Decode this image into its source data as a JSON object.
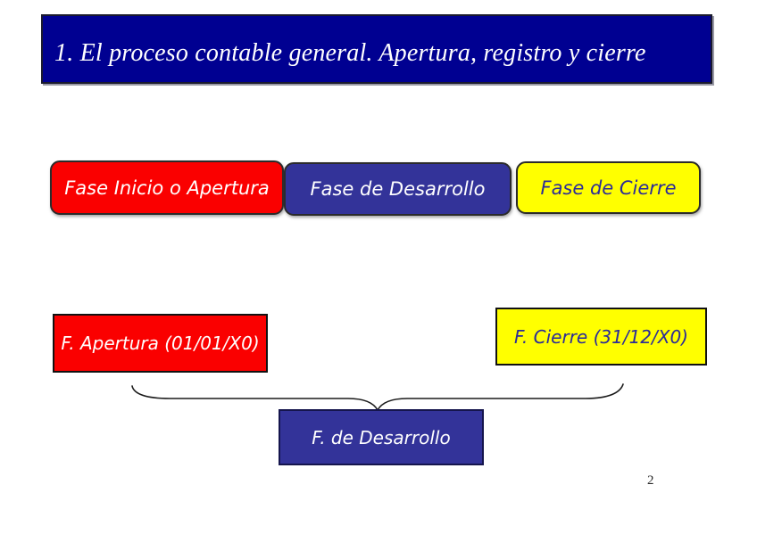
{
  "slide": {
    "title": "1. El proceso contable general. Apertura, registro y cierre",
    "page_number": "2"
  },
  "phases": [
    {
      "id": "apertura",
      "label": "Fase Inicio o Apertura",
      "color": "#fa0000",
      "text_color": "#ffffff"
    },
    {
      "id": "desarrollo",
      "label": "Fase de Desarrollo",
      "color": "#333399",
      "text_color": "#ffffff"
    },
    {
      "id": "cierre",
      "label": "Fase de Cierre",
      "color": "#ffff00",
      "text_color": "#2b2b99"
    }
  ],
  "timeline": {
    "apertura_label": "F. Apertura (01/01/X0)",
    "cierre_label": "F. Cierre (31/12/X0)",
    "desarrollo_label": "F. de Desarrollo"
  },
  "colors": {
    "title_bar_bg": "#000091",
    "title_text": "#ffffff",
    "phase_red": "#fa0000",
    "phase_blue": "#333399",
    "phase_yellow": "#ffff00",
    "navy_text": "#2b2b99",
    "brace_stroke": "#1a1a1a",
    "background": "#ffffff"
  }
}
